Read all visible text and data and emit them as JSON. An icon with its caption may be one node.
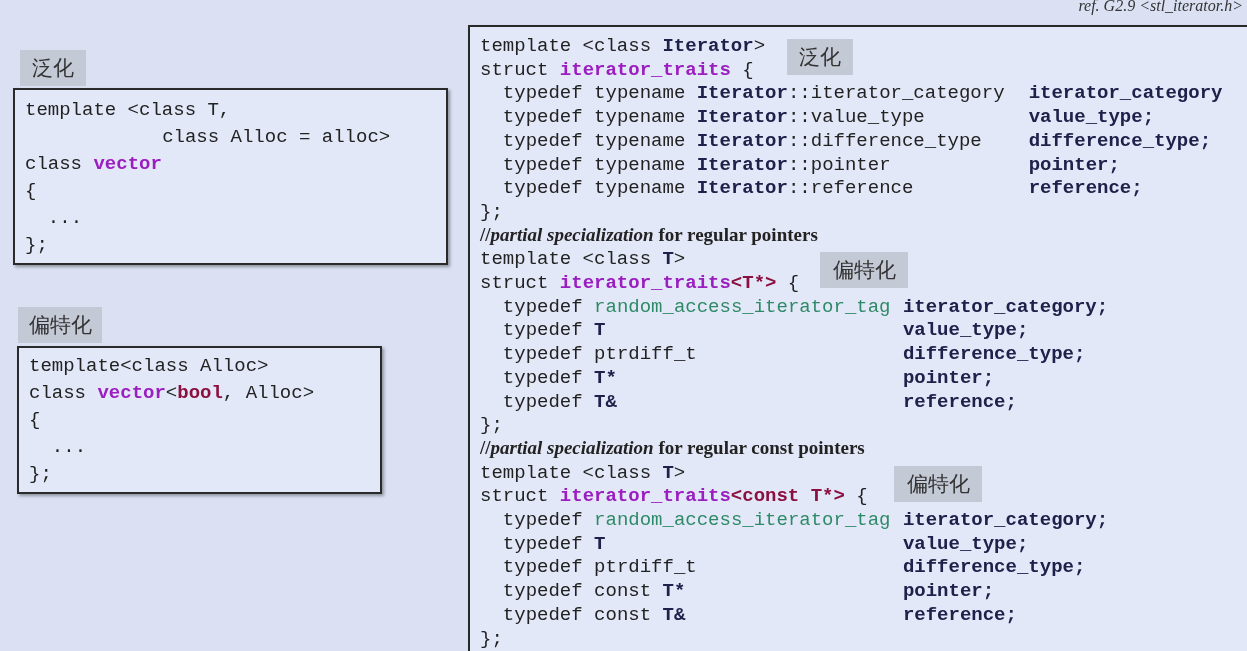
{
  "diagram": {
    "nodes": [
      {
        "text": [
          "泛化"
        ]
      },
      {
        "text": [
          "template <class T,",
          "class Alloc = alloc>",
          "class vector",
          "{",
          "...",
          "};"
        ]
      },
      {
        "text": [
          "偏特化"
        ]
      },
      {
        "text": [
          "template<class Alloc>",
          "class vector<bool, Alloc>",
          "{",
          "...",
          "};"
        ]
      },
      {
        "text": [
          "template <class Iterator>",
          "struct iterator_traits {",
          "typedef typename Iterator::iterator_category",
          "iterator_category",
          "typedef typename Iterator::value_type",
          "value_type;",
          "typedef typename Iterator::difference_type",
          "difference_type;",
          "typedef typename Iterator::pointer",
          "pointer;",
          "typedef typename Iterator::reference",
          "reference;",
          "};",
          "//partial specialization for regular pointers",
          "template <class T>",
          "struct iterator_traits<T*> {",
          "typedef random_access_iterator_tag",
          "iterator_category;",
          "typedef T",
          "value_type;",
          "typedef ptrdiff_t",
          "difference_type;",
          "typedef T*",
          "pointer;",
          "typedef T&",
          "reference;",
          "};",
          "//partial specialization for regular const pointers",
          "template <class T>",
          "struct iterator_traits<const T*> {",
          "typedef random_access_iterator_tag",
          "iterator_category;",
          "typedef T",
          "value_type;",
          "typedef ptrdiff_t",
          "difference_type;",
          "typedef const T*",
          "pointer;",
          "typedef const T&",
          "reference;",
          "};"
        ]
      },
      {
        "text": [
          "泛化"
        ],
        "in": 4
      },
      {
        "text": [
          "偏特化"
        ],
        "in": 4
      },
      {
        "text": [
          "偏特化"
        ],
        "in": 4
      }
    ],
    "labels": [
      "ref. G2.9 <stl_iterator.h>"
    ]
  }
}
